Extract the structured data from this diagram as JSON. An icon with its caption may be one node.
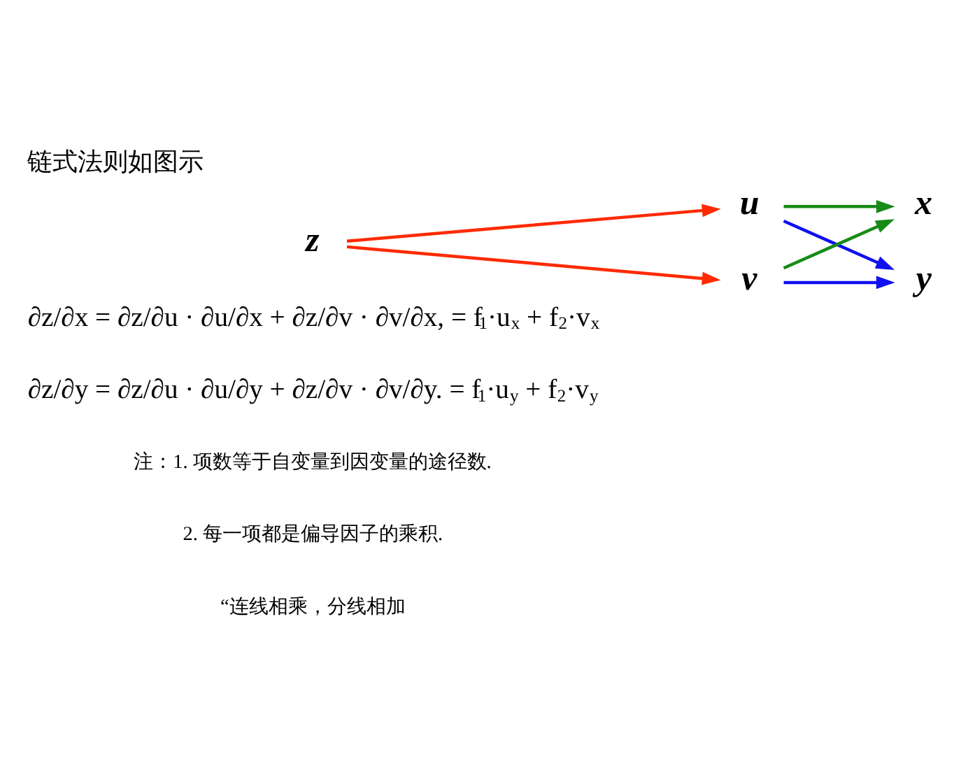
{
  "diagram": {
    "title": "链式法则如图示",
    "nodes": [
      {
        "text": [
          "z"
        ]
      },
      {
        "text": [
          "u"
        ]
      },
      {
        "text": [
          "v"
        ]
      },
      {
        "text": [
          "x"
        ]
      },
      {
        "text": [
          "y"
        ]
      }
    ],
    "edges": [
      {
        "from": 0,
        "to": 1,
        "arrow": "to",
        "color": "#ff2a00"
      },
      {
        "from": 0,
        "to": 2,
        "arrow": "to",
        "color": "#ff2a00"
      },
      {
        "from": 1,
        "to": 3,
        "arrow": "to",
        "color": "#178a17"
      },
      {
        "from": 1,
        "to": 4,
        "arrow": "to",
        "color": "#1010f0"
      },
      {
        "from": 2,
        "to": 3,
        "arrow": "to",
        "color": "#178a17"
      },
      {
        "from": 2,
        "to": 4,
        "arrow": "to",
        "color": "#1010f0"
      }
    ],
    "labels": [
      "∂z/∂x = ∂z/∂u · ∂u/∂x + ∂z/∂v · ∂v/∂x, = f$_{1}$·u$_{x}$ + f$_{2}$·v$_{x}$",
      "∂z/∂y = ∂z/∂u · ∂u/∂y + ∂z/∂v · ∂v/∂y. = f$_{1}$·u$_{y}$ + f$_{2}$·v$_{y}$",
      "注：1. 项数等于自变量到因变量的途径数.",
      "2. 每一项都是偏导因子的乘积.",
      "“连线相乘，分线相加"
    ]
  }
}
